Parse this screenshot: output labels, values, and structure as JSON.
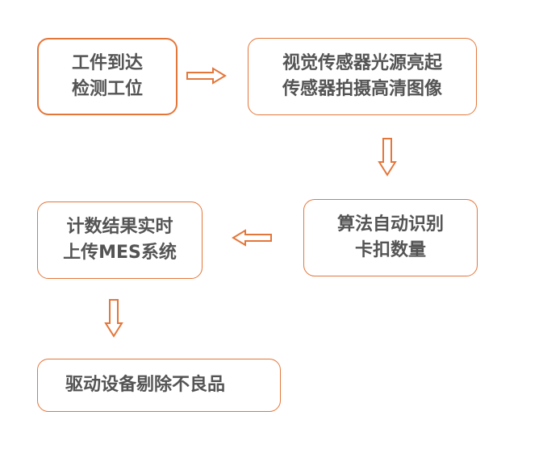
{
  "steps": [
    {
      "id": "s1",
      "lines": [
        "工件到达",
        "检测工位"
      ]
    },
    {
      "id": "s2",
      "lines": [
        "视觉传感器光源亮起",
        "传感器拍摄高清图像"
      ]
    },
    {
      "id": "s3",
      "lines": [
        "算法自动识别",
        "卡扣数量"
      ]
    },
    {
      "id": "s4",
      "lines": [
        "计数结果实时",
        "上传MES系统"
      ]
    },
    {
      "id": "s5",
      "lines": [
        "驱动设备剔除不良品"
      ]
    }
  ],
  "colors": {
    "accent": "#e4763a",
    "text": "#545454",
    "background": "#ffffff"
  }
}
